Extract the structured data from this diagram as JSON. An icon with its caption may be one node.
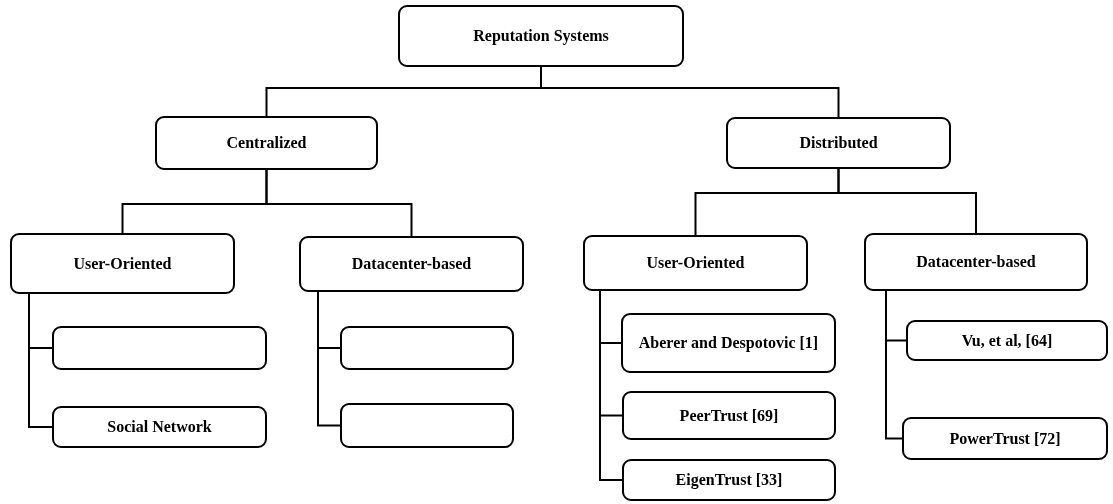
{
  "diagram": {
    "nodes": [
      {
        "text": [
          "Reputation Systems"
        ]
      },
      {
        "text": [
          "Centralized"
        ]
      },
      {
        "text": [
          "Distributed"
        ]
      },
      {
        "text": [
          "User-Oriented"
        ]
      },
      {
        "text": [
          "Datacenter-based"
        ]
      },
      {
        "text": [
          "User-Oriented"
        ]
      },
      {
        "text": [
          "Datacenter-based"
        ]
      },
      {
        "text": [],
        "shape": "box"
      },
      {
        "text": [
          "Social Network"
        ]
      },
      {
        "text": [],
        "shape": "box"
      },
      {
        "text": [],
        "shape": "box"
      },
      {
        "text": [
          "Aberer and Despotovic [1]"
        ]
      },
      {
        "text": [
          "PeerTrust [69]"
        ]
      },
      {
        "text": [
          "EigenTrust [33]"
        ]
      },
      {
        "text": [
          "Vu, et al, [64]"
        ]
      },
      {
        "text": [
          "PowerTrust [72]"
        ]
      }
    ],
    "edges": [
      {
        "from": 0,
        "to": 1,
        "arrow": "none"
      },
      {
        "from": 0,
        "to": 2,
        "arrow": "none"
      },
      {
        "from": 1,
        "to": 3,
        "arrow": "none"
      },
      {
        "from": 1,
        "to": 4,
        "arrow": "none"
      },
      {
        "from": 2,
        "to": 5,
        "arrow": "none"
      },
      {
        "from": 2,
        "to": 6,
        "arrow": "none"
      },
      {
        "from": 3,
        "to": 7,
        "arrow": "none"
      },
      {
        "from": 3,
        "to": 8,
        "arrow": "none"
      },
      {
        "from": 4,
        "to": 9,
        "arrow": "none"
      },
      {
        "from": 4,
        "to": 10,
        "arrow": "none"
      },
      {
        "from": 5,
        "to": 11,
        "arrow": "none"
      },
      {
        "from": 5,
        "to": 12,
        "arrow": "none"
      },
      {
        "from": 5,
        "to": 13,
        "arrow": "none"
      },
      {
        "from": 6,
        "to": 14,
        "arrow": "none"
      },
      {
        "from": 6,
        "to": 15,
        "arrow": "none"
      }
    ]
  }
}
